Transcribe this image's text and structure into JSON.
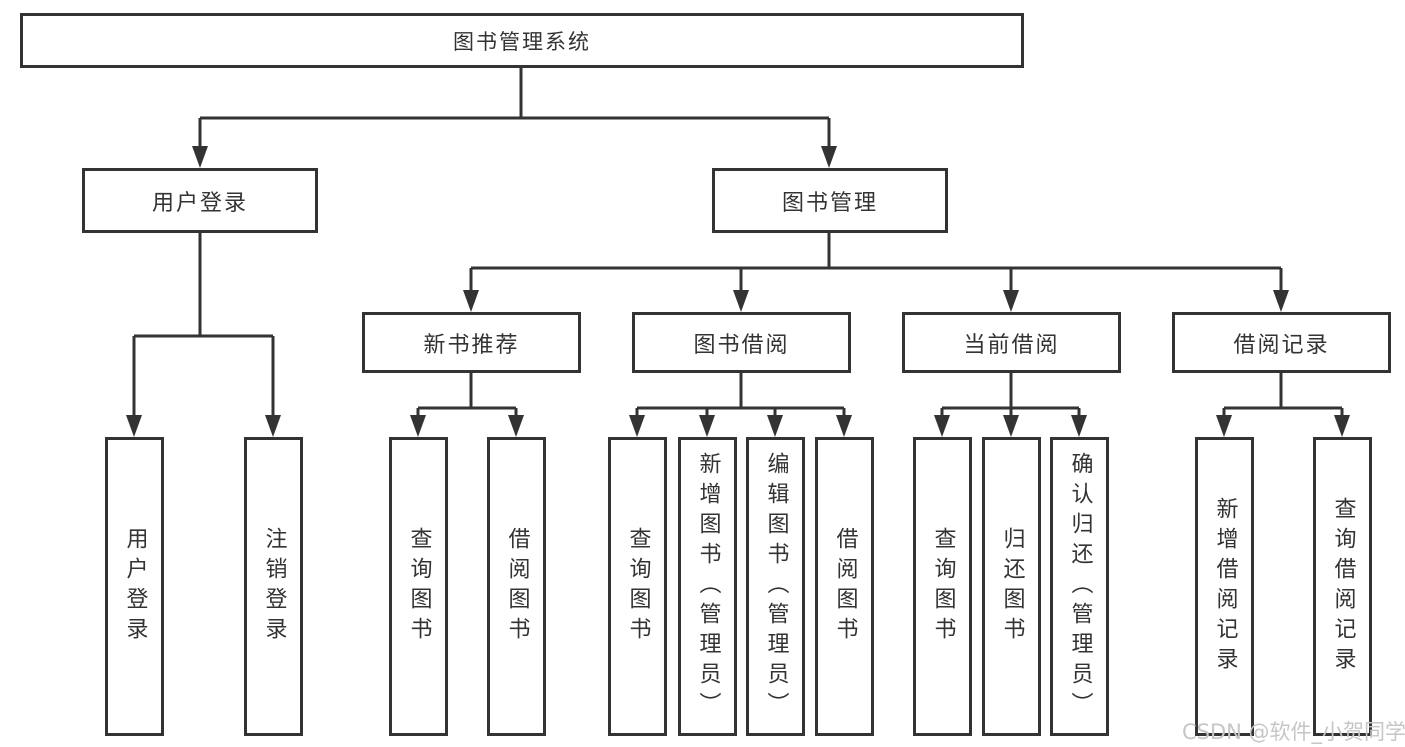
{
  "tree": {
    "root": {
      "label": "图书管理系统"
    },
    "user_login": {
      "label": "用户登录",
      "children": [
        {
          "label": "用户登录"
        },
        {
          "label": "注销登录"
        }
      ]
    },
    "book_management": {
      "label": "图书管理",
      "groups": [
        {
          "label": "新书推荐",
          "children": [
            {
              "label": "查询图书"
            },
            {
              "label": "借阅图书"
            }
          ]
        },
        {
          "label": "图书借阅",
          "children": [
            {
              "label": "查询图书"
            },
            {
              "label": "新增图书（管理员）"
            },
            {
              "label": "编辑图书（管理员）"
            },
            {
              "label": "借阅图书"
            }
          ]
        },
        {
          "label": "当前借阅",
          "children": [
            {
              "label": "查询图书"
            },
            {
              "label": "归还图书"
            },
            {
              "label": "确认归还（管理员）"
            }
          ]
        },
        {
          "label": "借阅记录",
          "children": [
            {
              "label": "新增借阅记录"
            },
            {
              "label": "查询借阅记录"
            }
          ]
        }
      ]
    }
  },
  "watermark": "CSDN @软件_小贺同学",
  "colors": {
    "line": "#333333",
    "text": "#333333",
    "watermark": "#c6c6c6",
    "background": "#ffffff"
  }
}
